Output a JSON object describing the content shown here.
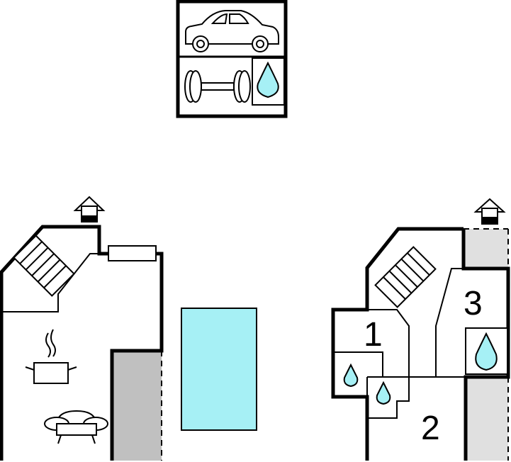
{
  "colors": {
    "pool": "#a6f0f5",
    "water": "#a6f0f5",
    "terrace_dark": "#c0c0c0",
    "terrace_light": "#e0e0e0",
    "wall": "#000000"
  },
  "icons": [
    "car-icon",
    "washing-machine-icon",
    "water-drop-icon",
    "stairs-icon",
    "chimney-icon",
    "cooking-pot-icon",
    "sofa-icon",
    "pool"
  ],
  "room_labels": {
    "room_1": "1",
    "room_2": "2",
    "room_3": "3"
  }
}
